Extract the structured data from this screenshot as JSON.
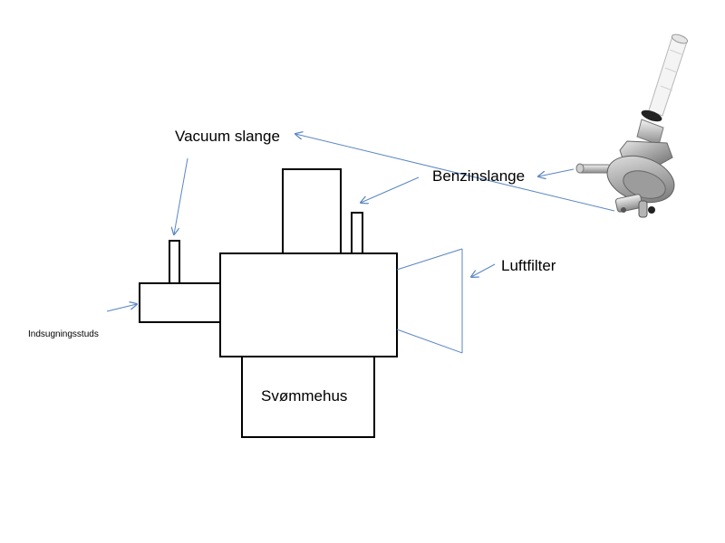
{
  "labels": {
    "vacuum_hose": "Vacuum slange",
    "fuel_hose": "Benzinslange",
    "air_filter": "Luftfilter",
    "intake_nozzle": "Indsugningsstuds",
    "float_chamber": "Svømmehus"
  },
  "colors": {
    "outline": "#000000",
    "arrow": "#5b86c4",
    "background": "#ffffff"
  },
  "icons": {
    "fuel_tap": "fuel-petcock-icon"
  }
}
